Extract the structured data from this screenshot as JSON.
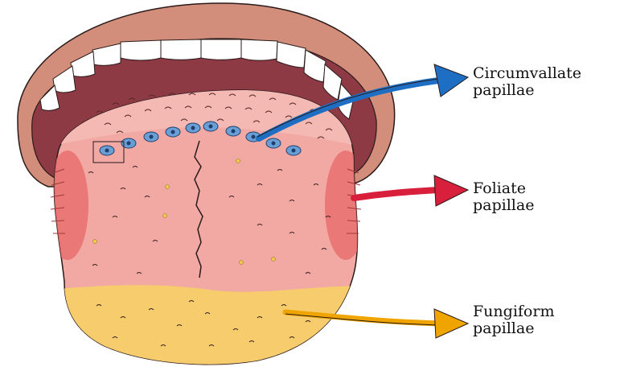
{
  "labels": {
    "circumvallate": {
      "line1": "Circumvallate",
      "line2": "papillae",
      "arrow_color": "#1e6fc4"
    },
    "foliate": {
      "line1": "Foliate",
      "line2": "papillae",
      "arrow_color": "#d81f3c"
    },
    "fungiform": {
      "line1": "Fungiform",
      "line2": "papillae",
      "arrow_color": "#f0a400"
    }
  },
  "colors": {
    "lips": "#d28e7a",
    "mouth_interior": "#8e3a45",
    "teeth": "#ffffff",
    "tongue": "#f2a9a4",
    "tongue_back": "#f4b9b2",
    "tongue_tip": "#f6cc6c",
    "foliate_region": "#e8706f",
    "circumvallate_papillae": "#6a9fd6",
    "outline": "#2a1a1a"
  }
}
